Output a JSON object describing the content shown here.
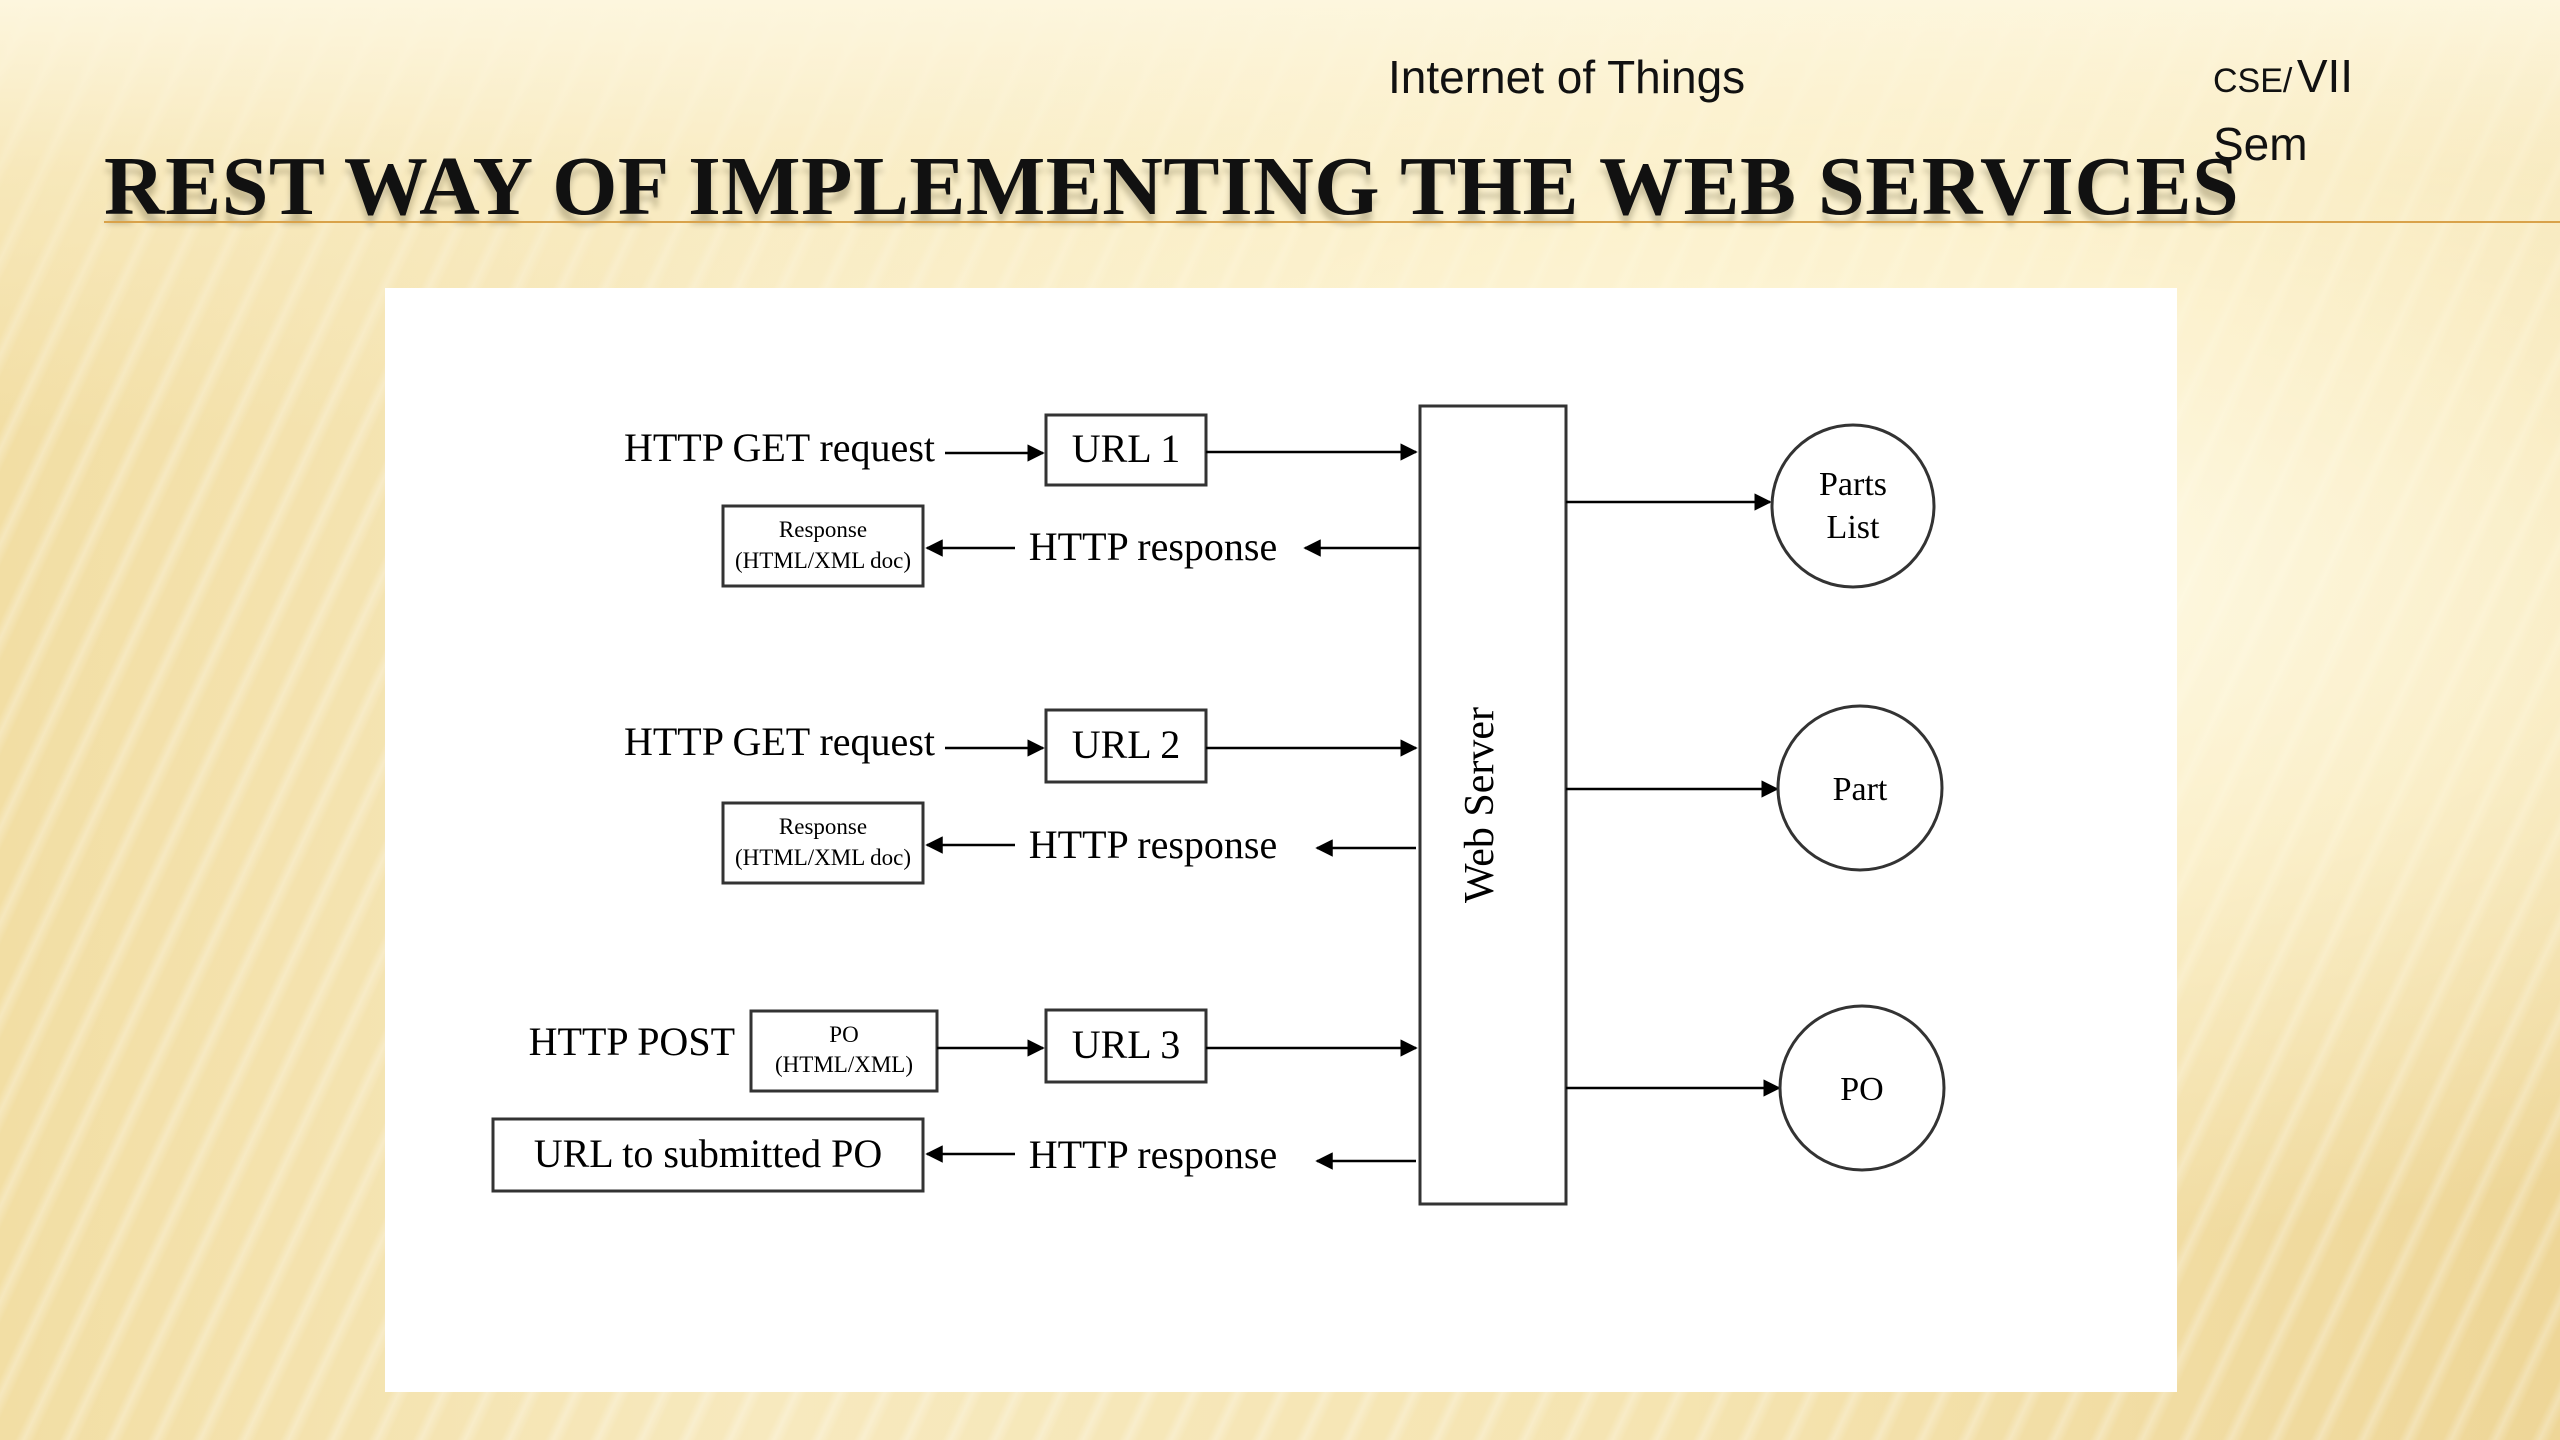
{
  "header": {
    "course": "Internet of Things",
    "dept_prefix": "CSE/",
    "semester": "VII Sem"
  },
  "title": "REST WAY OF IMPLEMENTING THE WEB SERVICES",
  "diagram": {
    "server_label": "Web Server",
    "requests": [
      {
        "request_label": "HTTP GET request",
        "url_label": "URL 1",
        "response_label": "HTTP response",
        "response_box_line1": "Response",
        "response_box_line2": "(HTML/XML doc)"
      },
      {
        "request_label": "HTTP GET request",
        "url_label": "URL 2",
        "response_label": "HTTP response",
        "response_box_line1": "Response",
        "response_box_line2": "(HTML/XML doc)"
      },
      {
        "request_label": "HTTP POST",
        "payload_line1": "PO",
        "payload_line2": "(HTML/XML)",
        "url_label": "URL 3",
        "response_label": "HTTP response",
        "response_box_label": "URL to submitted PO"
      }
    ],
    "resources": [
      {
        "line1": "Parts",
        "line2": "List"
      },
      {
        "label": "Part"
      },
      {
        "label": "PO"
      }
    ]
  }
}
